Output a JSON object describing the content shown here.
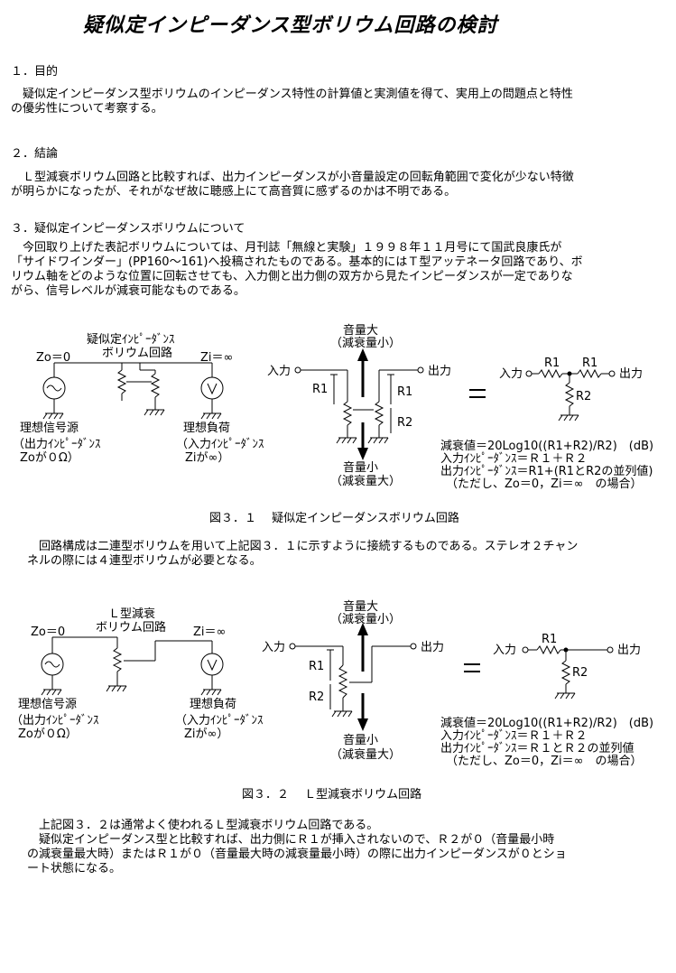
{
  "title": "疑似定インピーダンス型ボリウム回路の検討",
  "s1": {
    "heading": "１．目的",
    "l1": "疑似定インピーダンス型ボリウムのインピーダンス特性の計算値と実測値を得て、実用上の問題点と特性",
    "l2": "の優劣性について考察する。"
  },
  "s2": {
    "heading": "２．結論",
    "l1": "Ｌ型減衰ボリウム回路と比較すれば、出力インピーダンスが小音量設定の回転角範囲で変化が少ない特徴",
    "l2": "が明らかになったが、それがなぜ故に聴感上にて高音質に感ずるのかは不明である。"
  },
  "s3": {
    "heading": "３．疑似定インピーダンスボリウムについて",
    "l1": "今回取り上げた表記ボリウムについては、月刊誌「無線と実験」１９９８年１１月号にて国武良康氏が",
    "l2": "「サイドワインダー」(PP160～161)へ投稿されたものである。基本的にはＴ型アッテネータ回路であり、ボ",
    "l3": "リウム軸をどのような位置に回転させても、入力側と出力側の双方から見たインピーダンスが一定でありな",
    "l4": "がら、信号レベルが減衰可能なものである。"
  },
  "fig1": {
    "vol1": "疑似定ｲﾝﾋﾟｰﾀﾞﾝｽ",
    "vol2": "ボリウム回路",
    "zo": "Zo＝0",
    "zi": "Zi＝∞",
    "src1": "理想信号源",
    "src2": "（出力ｲﾝﾋﾟｰﾀﾞﾝｽ",
    "src3": "Zoが０Ω）",
    "load1": "理想負荷",
    "load2": "（入力ｲﾝﾋﾟｰﾀﾞﾝｽ",
    "load3": "Ziが∞）",
    "big1": "音量大",
    "big2": "（減衰量小）",
    "small1": "音量小",
    "small2": "（減衰量大）",
    "in": "入力",
    "out": "出力",
    "r1": "R1",
    "r2": "R2",
    "eq": "＝",
    "f1": "減衰値＝20Log10((R1+R2)/R2)　(dB)",
    "f2": "入力ｲﾝﾋﾟｰﾀﾞﾝｽ＝Ｒ１＋Ｒ２",
    "f3": "出力ｲﾝﾋﾟｰﾀﾞﾝｽ＝R1+(R1とR2の並列値)",
    "f4": "（ただし、Zo＝0，Zi＝∞　の場合）",
    "caption": "図３．１　 疑似定インピーダンスボリウム回路"
  },
  "p2": {
    "l1": "回路構成は二連型ボリウムを用いて上記図３．１に示すように接続するものである。ステレオ２チャン",
    "l2": "ネルの際には４連型ボリウムが必要となる。"
  },
  "fig2": {
    "vol1": "Ｌ型減衰",
    "vol2": "ボリウム回路",
    "zo": "Zo＝0",
    "zi": "Zi＝∞",
    "src1": "理想信号源",
    "src2": "（出力ｲﾝﾋﾟｰﾀﾞﾝｽ",
    "src3": "Zoが０Ω）",
    "load1": "理想負荷",
    "load2": "（入力ｲﾝﾋﾟｰﾀﾞﾝｽ",
    "load3": "Ziが∞）",
    "big1": "音量大",
    "big2": "（減衰量小）",
    "small1": "音量小",
    "small2": "（減衰量大）",
    "in": "入力",
    "out": "出力",
    "r1": "R1",
    "r2": "R2",
    "eq": "＝",
    "f1": "減衰値＝20Log10((R1+R2)/R2)　(dB)",
    "f2": "入力ｲﾝﾋﾟｰﾀﾞﾝｽ＝Ｒ１＋Ｒ２",
    "f3": "出力ｲﾝﾋﾟｰﾀﾞﾝｽ＝Ｒ１とＲ２の並列値",
    "f4": "（ただし、Zo＝0，Zi＝∞　の場合）",
    "caption": "図３．２　 Ｌ型減衰ボリウム回路"
  },
  "p3": {
    "l1": "上記図３．２は通常よく使われるＬ型減衰ボリウム回路である。",
    "l2": "疑似定インピーダンス型と比較すれば、出力側にＲ１が挿入されないので、Ｒ２が０（音量最小時",
    "l3": "の減衰量最大時）またはＲ１が０（音量最大時の減衰量最小時）の際に出力インピーダンスが０とショ",
    "l4": "ート状態になる。"
  }
}
